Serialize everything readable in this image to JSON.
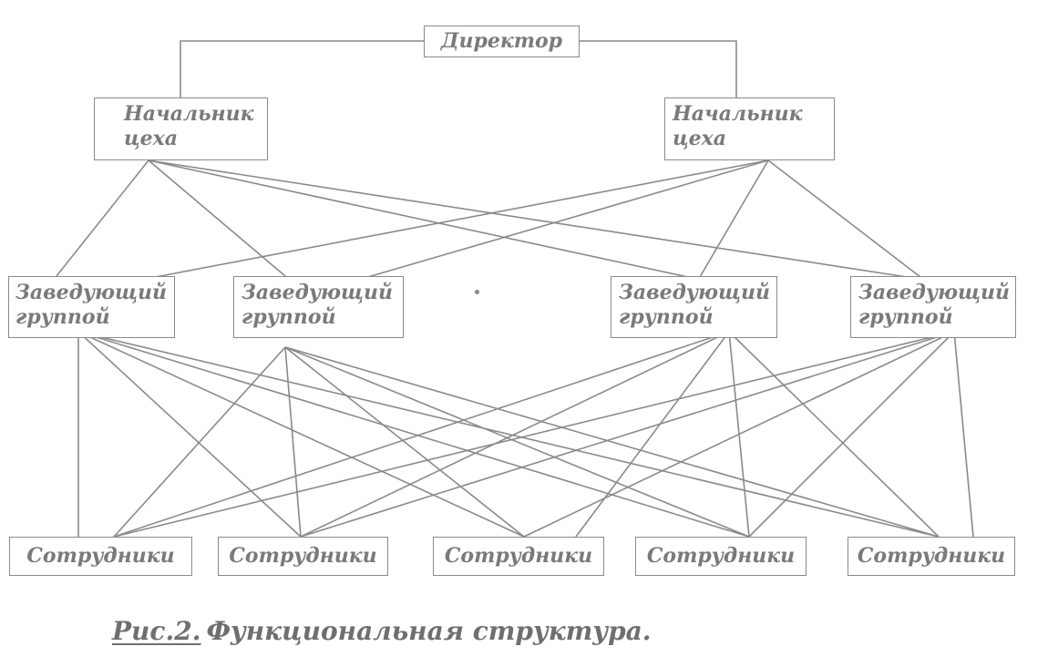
{
  "director": {
    "label": "Директор"
  },
  "heads": [
    {
      "line1": "Начальник",
      "line2": "цеха"
    },
    {
      "line1": "Начальник",
      "line2": "цеха"
    }
  ],
  "managers": [
    {
      "line1": "Заведующий",
      "line2": "группой"
    },
    {
      "line1": "Заведующий",
      "line2": "группой"
    },
    {
      "line1": "Заведующий",
      "line2": "группой"
    },
    {
      "line1": "Заведующий",
      "line2": "группой"
    }
  ],
  "staff": [
    {
      "label": "Сотрудники"
    },
    {
      "label": "Сотрудники"
    },
    {
      "label": "Сотрудники"
    },
    {
      "label": "Сотрудники"
    },
    {
      "label": "Сотрудники"
    }
  ],
  "caption": {
    "label": "Рис.2.",
    "text": "Функциональная структура."
  },
  "colors": {
    "line": "#8a8a8a",
    "text": "#7a7a7a"
  }
}
